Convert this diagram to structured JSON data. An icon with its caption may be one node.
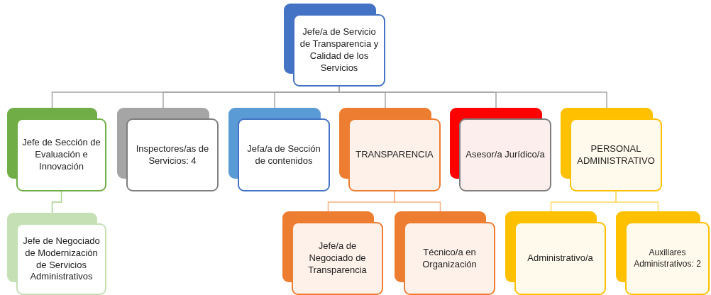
{
  "diagram": {
    "nodes": [
      {
        "text": [
          "Jefe/a de Servicio de Transparencia y Calidad de los Servicios"
        ]
      },
      {
        "text": [
          "Jefe de Sección de Evaluación e Innovación"
        ]
      },
      {
        "text": [
          "Inspectores/as de Servicios: 4"
        ]
      },
      {
        "text": [
          "Jefa/a de Sección de contenidos"
        ]
      },
      {
        "text": [
          "TRANSPARENCIA"
        ]
      },
      {
        "text": [
          "Asesor/a Jurídico/a"
        ]
      },
      {
        "text": [
          "PERSONAL ADMINISTRATIVO"
        ]
      },
      {
        "text": [
          "Jefe de Negociado de Modernización de Servicios Administrativos"
        ]
      },
      {
        "text": [
          "Jefe/a de Negociado de Transparencia"
        ]
      },
      {
        "text": [
          "Técnico/a en Organización"
        ]
      },
      {
        "text": [
          "Administrativo/a"
        ]
      },
      {
        "text": [
          "Auxiliares Administrativos: 2"
        ]
      }
    ],
    "edges": [
      {
        "from": 0,
        "to": 1,
        "arrow": "none"
      },
      {
        "from": 0,
        "to": 2,
        "arrow": "none"
      },
      {
        "from": 0,
        "to": 3,
        "arrow": "none"
      },
      {
        "from": 0,
        "to": 4,
        "arrow": "none"
      },
      {
        "from": 0,
        "to": 5,
        "arrow": "none"
      },
      {
        "from": 0,
        "to": 6,
        "arrow": "none"
      },
      {
        "from": 1,
        "to": 7,
        "arrow": "none",
        "color": "#a9d18e"
      },
      {
        "from": 4,
        "to": 8,
        "arrow": "none",
        "color": "#f4b183"
      },
      {
        "from": 4,
        "to": 9,
        "arrow": "none",
        "color": "#f4b183"
      },
      {
        "from": 6,
        "to": 10,
        "arrow": "none",
        "color": "#ffd966"
      },
      {
        "from": 6,
        "to": 11,
        "arrow": "none",
        "color": "#ffd966"
      }
    ]
  }
}
